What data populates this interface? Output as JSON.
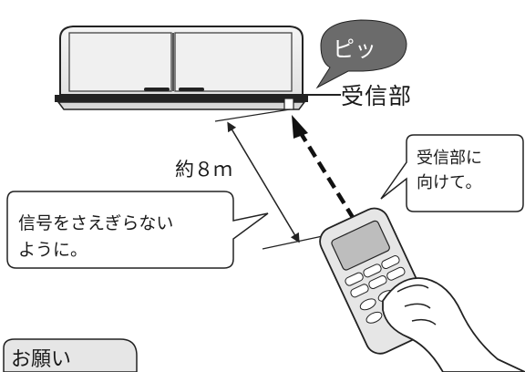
{
  "labels": {
    "beep": "ピッ",
    "receiver": "受信部",
    "distance": "約８ｍ",
    "remote_tip": [
      "受信部に",
      "向けて。"
    ],
    "signal_tip": [
      "信号をさえぎらない",
      "ように。"
    ],
    "notice": "お願い"
  },
  "colors": {
    "outline": "#222222",
    "panel_fill": "#eeeeee",
    "beep_bubble": "#6b6b6b",
    "notice_fill": "#e6e6e6",
    "signal_arrow": "#111111"
  },
  "icons": {
    "air_conditioner": "air-conditioner-unit",
    "remote": "remote-control-in-hand",
    "signal": "dashed-signal-arrow"
  }
}
